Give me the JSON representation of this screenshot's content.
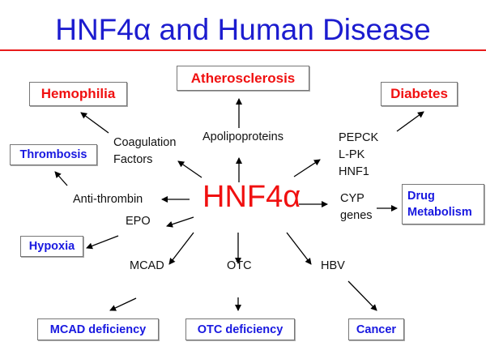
{
  "title": "HNF4α and Human Disease",
  "center": "HNF4α",
  "diseases": {
    "atherosclerosis": "Atherosclerosis",
    "hemophilia": "Hemophilia",
    "diabetes": "Diabetes",
    "thrombosis": "Thrombosis",
    "drug_metabolism_1": "Drug",
    "drug_metabolism_2": "Metabolism",
    "hypoxia": "Hypoxia",
    "mcad_deficiency": "MCAD deficiency",
    "otc_deficiency": "OTC deficiency",
    "cancer": "Cancer"
  },
  "targets": {
    "coagulation_1": "Coagulation",
    "coagulation_2": "Factors",
    "apolipoproteins": "Apolipoproteins",
    "pepck": "PEPCK",
    "lpk": "L-PK",
    "hnf1": "HNF1",
    "antithrombin": "Anti-thrombin",
    "epo": "EPO",
    "cyp_1": "CYP",
    "cyp_2": "genes",
    "mcad": "MCAD",
    "otc": "OTC",
    "hbv": "HBV"
  },
  "colors": {
    "title": "#1c1ccf",
    "rule": "#e81c1c",
    "red_disease": "#f01010",
    "blue_disease": "#1818e0"
  }
}
